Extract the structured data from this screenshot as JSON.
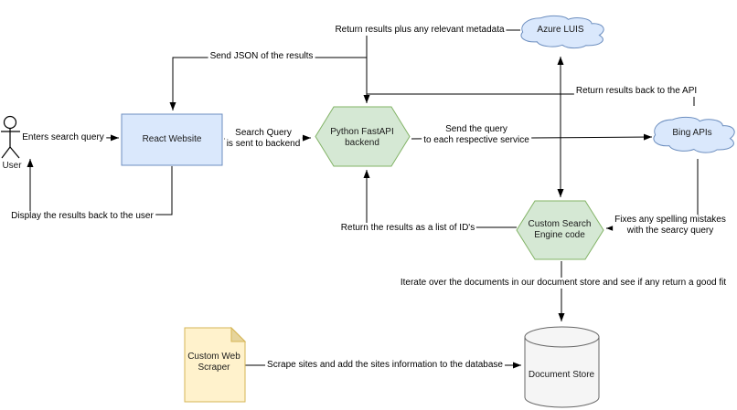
{
  "diagram": {
    "nodes": {
      "user": {
        "label": "User"
      },
      "react": {
        "label": "React Website"
      },
      "fastapi": {
        "line1": "Python FastAPI",
        "line2": "backend"
      },
      "azure": {
        "label": "Azure LUIS"
      },
      "bing": {
        "label": "Bing APIs"
      },
      "custom_search": {
        "line1": "Custom Search",
        "line2": "Engine code"
      },
      "doc_store": {
        "label": "Document Store"
      },
      "scraper": {
        "line1": "Custom Web",
        "line2": "Scraper"
      }
    },
    "edges": {
      "enters_query": {
        "label": "Enters search query"
      },
      "search_query": {
        "line1": "Search Query",
        "line2": "is sent to backend"
      },
      "send_json": {
        "label": "Send JSON of the results"
      },
      "return_metadata": {
        "label": "Return results plus any relevant metadata"
      },
      "return_to_api": {
        "label": "Return results back to the API"
      },
      "send_query_service": {
        "line1": "Send the query",
        "line2": "to each respective service"
      },
      "return_ids": {
        "label": "Return the results as a list of ID's"
      },
      "fixes_spelling": {
        "line1": "Fixes any spelling mistakes",
        "line2": "with the searcy query"
      },
      "iterate_docs": {
        "label": "Iterate over the documents in our document store and see if any return a good fit"
      },
      "scrape_sites": {
        "label": "Scrape sites and add the sites information to the database"
      },
      "display_results": {
        "label": "Display the results back to the user"
      }
    },
    "colors": {
      "blue_fill": "#dae8fc",
      "blue_stroke": "#6c8ebf",
      "green_fill": "#d5e8d4",
      "green_stroke": "#82b366",
      "yellow_fill": "#fff2cc",
      "yellow_fold": "#e6d49c",
      "yellow_stroke": "#d6b656",
      "gray_fill": "#f5f5f5",
      "gray_stroke": "#666666",
      "line": "#000000"
    }
  }
}
